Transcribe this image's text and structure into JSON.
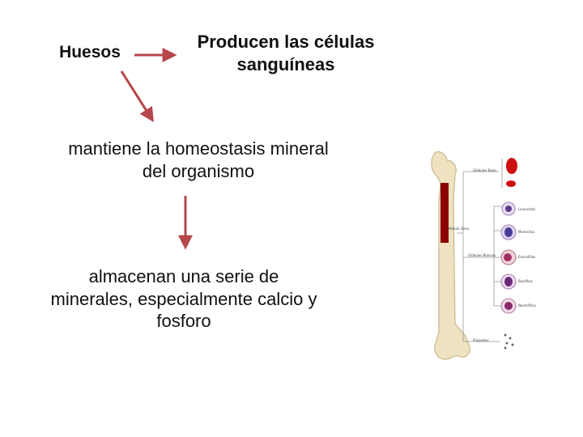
{
  "nodes": {
    "huesos": "Huesos",
    "producen": "Producen  las células sanguíneas",
    "homeostasis": "mantiene la homeostasis mineral del organismo",
    "minerales": "almacenan una serie de minerales, especialmente calcio y fosforo"
  },
  "colors": {
    "arrow": "#b5474a",
    "marrow": "#8b0000",
    "bone": "#efe2c0",
    "rbc": "#cc1010"
  },
  "illustration": {
    "labels": {
      "rojos": "Glóbulos Rojos",
      "medula": "Médula Ósea",
      "blancos": "Glóbulos Blancos",
      "plaquetas": "Plaquetas",
      "leucos": "Leucocitos",
      "monocitos": "Monocitos",
      "eosinofilos": "Eosinófilos",
      "basofilos": "Basófilos",
      "neutrofilos": "Neutrófilos"
    }
  }
}
